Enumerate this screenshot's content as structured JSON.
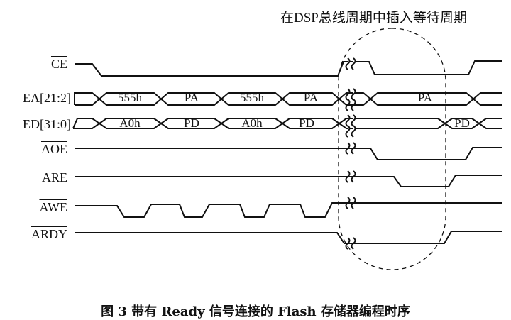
{
  "annotation": "在DSP总线周期中插入等待周期",
  "signals": {
    "ce": "CE",
    "ea": "EA[21:2]",
    "ed": "ED[31:0]",
    "aoe": "AOE",
    "are": "ARE",
    "awe": "AWE",
    "ardy": "ARDY"
  },
  "ea_values": [
    "555h",
    "PA",
    "555h",
    "PA",
    "PA"
  ],
  "ed_values": [
    "A0h",
    "PD",
    "A0h",
    "PD",
    "PD"
  ],
  "caption": "图 3    带有 Ready 信号连接的 Flash 存储器编程时序"
}
